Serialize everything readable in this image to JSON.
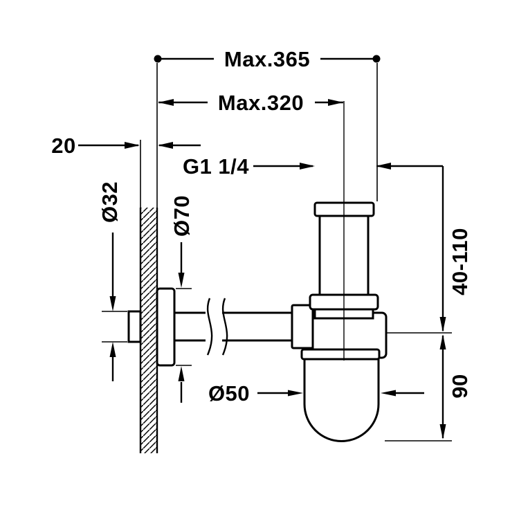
{
  "dims": {
    "max_overall": "Max.365",
    "max_to_center": "Max.320",
    "wall_thickness": "20",
    "pipe_diameter": "Ø32",
    "rosette_diameter": "Ø70",
    "thread_size": "G1 1/4",
    "adjustable_height": "40-110",
    "body_height": "90",
    "trap_diameter": "Ø50"
  },
  "colors": {
    "line": "#000000",
    "background": "#ffffff"
  }
}
